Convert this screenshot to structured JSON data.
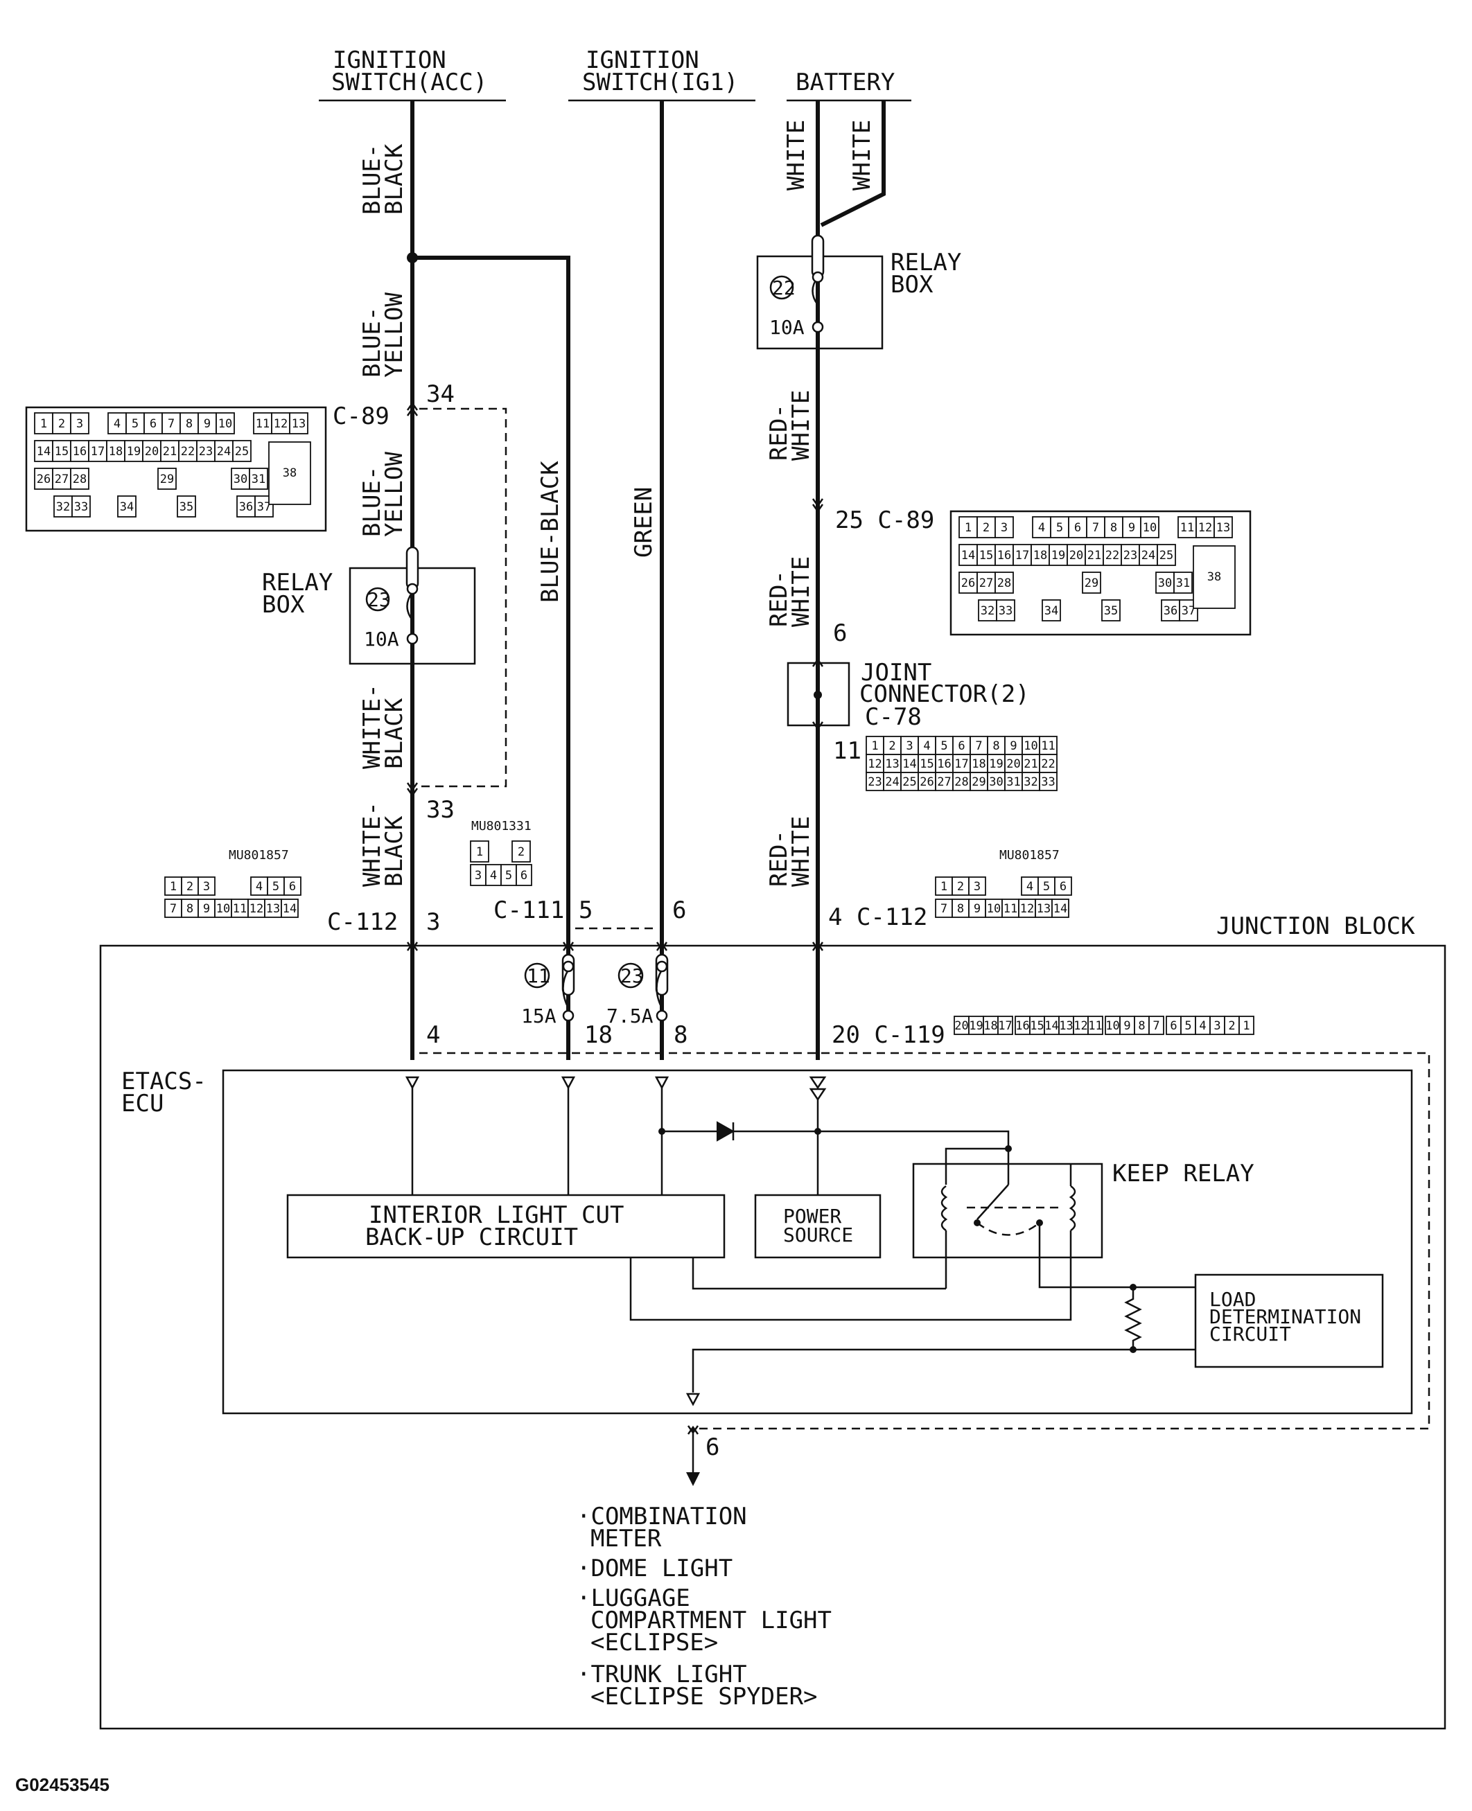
{
  "sources": {
    "acc": {
      "line1": "IGNITION",
      "line2": "SWITCH(ACC)"
    },
    "ig1": {
      "line1": "IGNITION",
      "line2": "SWITCH(IG1)"
    },
    "battery": "BATTERY"
  },
  "wire_colors": {
    "blue_black_1": "BLUE-",
    "blue_black_2": "BLACK",
    "blue_yellow_1": "BLUE-",
    "blue_yellow_2": "YELLOW",
    "white_black_1": "WHITE-",
    "white_black_2": "BLACK",
    "blue_black_full": "BLUE-BLACK",
    "green": "GREEN",
    "white": "WHITE",
    "red_white_1": "RED-",
    "red_white_2": "WHITE"
  },
  "relay_box": {
    "line1": "RELAY",
    "line2": "BOX"
  },
  "fuses": {
    "f22": {
      "num": "22",
      "rating": "10A"
    },
    "f23": {
      "num": "23",
      "rating": "10A"
    },
    "f11": {
      "num": "11",
      "rating": "15A"
    },
    "f23b": {
      "num": "23",
      "rating": "7.5A"
    }
  },
  "connectors": {
    "c89": "C-89",
    "c89_25": "25 C-89",
    "c78": "C-78",
    "c111": "C-111",
    "c112": "C-112",
    "c112b": "4 C-112",
    "c119": "20 C-119",
    "mu801857": "MU801857",
    "mu801331": "MU801331"
  },
  "pins": {
    "p34": "34",
    "p33": "33",
    "p3": "3",
    "p5": "5",
    "p6": "6",
    "p6b": "6",
    "p11": "11",
    "p4": "4",
    "p18": "18",
    "p8": "8",
    "p6c": "6"
  },
  "connector_grids": {
    "c89_row1": [
      "1",
      "2",
      "3",
      "4",
      "5",
      "6",
      "7",
      "8",
      "9",
      "10",
      "11",
      "12",
      "13"
    ],
    "c89_row2": [
      "14",
      "15",
      "16",
      "17",
      "18",
      "19",
      "20",
      "21",
      "22",
      "23",
      "24",
      "25"
    ],
    "c89_row3": [
      "26",
      "27",
      "28",
      "29",
      "30",
      "31"
    ],
    "c89_row4": [
      "32",
      "33",
      "34",
      "35",
      "36",
      "37"
    ],
    "c89_big": "38",
    "c78_row1": [
      "1",
      "2",
      "3",
      "4",
      "5",
      "6",
      "7",
      "8",
      "9",
      "10",
      "11"
    ],
    "c78_row2": [
      "12",
      "13",
      "14",
      "15",
      "16",
      "17",
      "18",
      "19",
      "20",
      "21",
      "22"
    ],
    "c78_row3": [
      "23",
      "24",
      "25",
      "26",
      "27",
      "28",
      "29",
      "30",
      "31",
      "32",
      "33"
    ],
    "c112_row1": [
      "1",
      "2",
      "3",
      "4",
      "5",
      "6"
    ],
    "c112_row2": [
      "7",
      "8",
      "9",
      "10",
      "11",
      "12",
      "13",
      "14"
    ],
    "c111_row1": [
      "1",
      "2"
    ],
    "c111_row2": [
      "3",
      "4",
      "5",
      "6"
    ],
    "c119": [
      "20",
      "19",
      "18",
      "17",
      "16",
      "15",
      "14",
      "13",
      "12",
      "11",
      "10",
      "9",
      "8",
      "7",
      "6",
      "5",
      "4",
      "3",
      "2",
      "1"
    ]
  },
  "joint_connector": {
    "line1": "JOINT",
    "line2": "CONNECTOR(2)"
  },
  "junction_block": "JUNCTION BLOCK",
  "etacs": {
    "line1": "ETACS-",
    "line2": "ECU"
  },
  "blocks": {
    "interior": {
      "line1": "INTERIOR LIGHT CUT",
      "line2": "BACK-UP CIRCUIT"
    },
    "power": {
      "line1": "POWER",
      "line2": "SOURCE"
    },
    "keep_relay": "KEEP RELAY",
    "load": {
      "line1": "LOAD",
      "line2": "DETERMINATION",
      "line3": "CIRCUIT"
    }
  },
  "outputs": [
    {
      "line1": "·COMBINATION",
      "line2": "METER"
    },
    {
      "line1": "·DOME LIGHT"
    },
    {
      "line1": "·LUGGAGE",
      "line2": "COMPARTMENT LIGHT",
      "line3": "<ECLIPSE>"
    },
    {
      "line1": "·TRUNK LIGHT",
      "line2": "<ECLIPSE SPYDER>"
    }
  ],
  "figure_id": "G02453545"
}
